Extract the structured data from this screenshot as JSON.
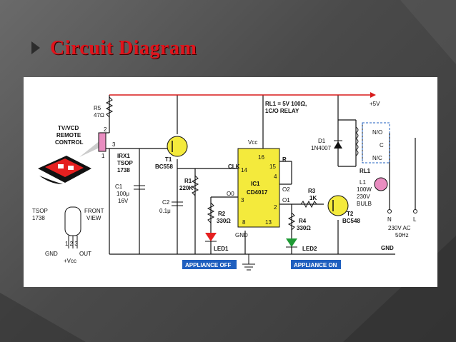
{
  "title": "Circuit Diagram",
  "colors": {
    "title": "#e0141c",
    "wire": "#d81a1a",
    "ic": "#f4ea3c",
    "label_bg": "#1f5fbf",
    "led_red": "#e52020",
    "led_green": "#1e9a34"
  },
  "diagram": {
    "r5": "R5",
    "r5_val": "47Ω",
    "remote1": "TV/VCD",
    "remote2": "REMOTE",
    "remote3": "CONTROL",
    "pin2": "2",
    "pin3": "3",
    "pin1": "1",
    "irx_a": "IRX1",
    "irx_b": "TSOP",
    "irx_c": "1738",
    "t1_a": "T1",
    "t1_b": "BC558",
    "c1_a": "C1",
    "c1_b": "100μ",
    "c1_c": "16V",
    "r1_a": "R1",
    "r1_b": "220K",
    "c2_a": "C2",
    "c2_b": "0.1μ",
    "r2_a": "R2",
    "r2_b": "330Ω",
    "led1": "LED1",
    "tsop1": "TSOP",
    "tsop2": "1738",
    "front1": "FRONT",
    "front2": "VIEW",
    "pins": "1 2 3",
    "gnd_l": "GND",
    "out": "OUT",
    "vcc": "+Vcc",
    "rl_a": "RL1 = 5V 100Ω,",
    "rl_b": "1C/O RELAY",
    "vcc_ic": "Vcc",
    "clk": "CLK",
    "p16": "16",
    "p14": "14",
    "p15": "15",
    "p4": "4",
    "p3": "3",
    "p2": "2",
    "p8": "8",
    "p13": "13",
    "r_pin": "R",
    "ic_a": "IC1",
    "ic_b": "CD4017",
    "o0": "O0",
    "o2": "O2",
    "o1": "O1",
    "gnd_ic": "GND",
    "d1_a": "D1",
    "d1_b": "1N4007",
    "r3_a": "R3",
    "r3_b": "1K",
    "r4_a": "R4",
    "r4_b": "330Ω",
    "led2": "LED2",
    "t2_a": "T2",
    "t2_b": "BC548",
    "plus5": "+5V",
    "no": "N/O",
    "c": "C",
    "nc": "N/C",
    "rl1": "RL1",
    "l1_a": "L1",
    "l1_b": "100W",
    "l1_c": "230V",
    "l1_d": "BULB",
    "n": "N",
    "l": "L",
    "ac1": "230V AC",
    "ac2": "50Hz",
    "gnd_r": "GND",
    "btn_off": "APPLIANCE OFF",
    "btn_on": "APPLIANCE ON"
  }
}
